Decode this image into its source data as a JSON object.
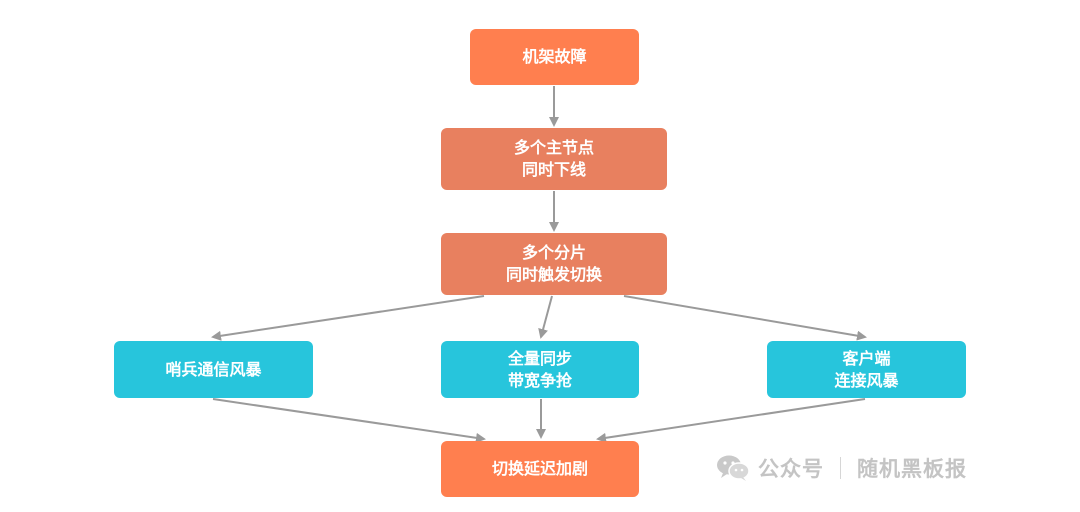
{
  "diagram": {
    "nodes": {
      "fault": [
        "机架故障"
      ],
      "masters": [
        "多个主节点",
        "同时下线"
      ],
      "shards": [
        "多个分片",
        "同时触发切换"
      ],
      "sentinel": [
        "哨兵通信风暴"
      ],
      "bandwidth": [
        "全量同步",
        "带宽争抢"
      ],
      "client": [
        "客户端",
        "连接风暴"
      ],
      "delay": [
        "切换延迟加剧"
      ]
    },
    "colors": {
      "top": "#ff7f4f",
      "middle": "#e8805f",
      "effects": "#27c5dc",
      "result": "#ff7f4f",
      "arrow": "#9a9a9a"
    }
  },
  "watermark": {
    "icon": "wechat-icon",
    "account_type": "公众号",
    "account_name": "随机黑板报"
  }
}
